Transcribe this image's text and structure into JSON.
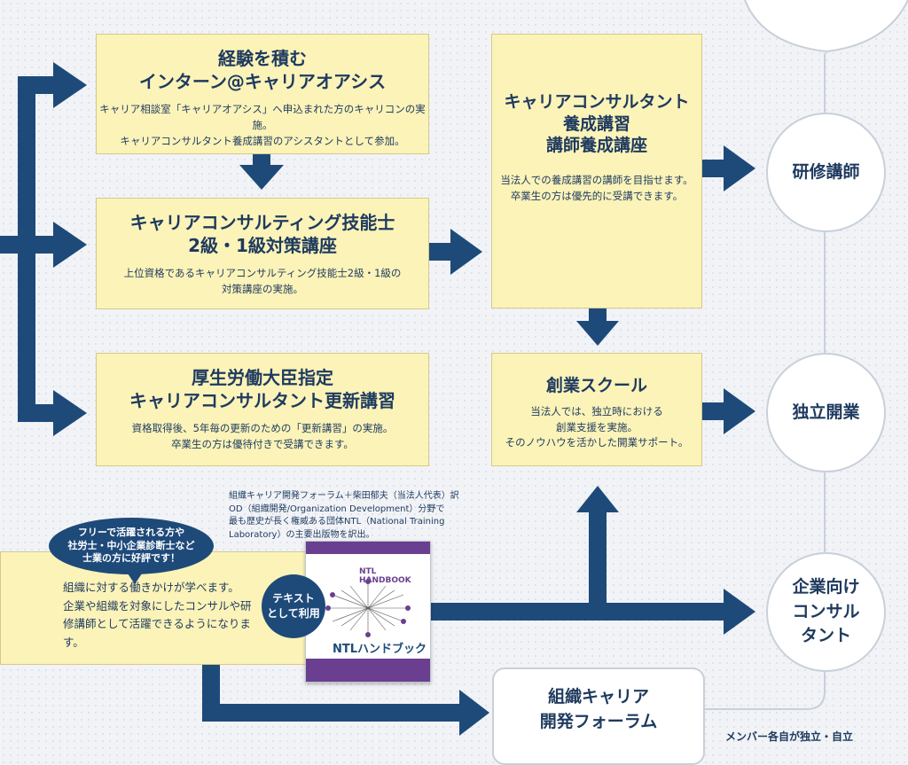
{
  "boxes": {
    "intern": {
      "title_1": "経験を積む",
      "title_2": "インターン@キャリアオアシス",
      "body_1": "キャリア相談室「キャリアオアシス」へ申込まれた方のキャリコンの実施。",
      "body_2": "キャリアコンサルタント養成講習のアシスタントとして参加。"
    },
    "ginou": {
      "title_1": "キャリアコンサルティング技能士",
      "title_2": "2級・1級対策講座",
      "body_1": "上位資格であるキャリアコンサルティング技能士2級・1級の",
      "body_2": "対策講座の実施。"
    },
    "koushin": {
      "title_1": "厚生労働大臣指定",
      "title_2": "キャリアコンサルタント更新講習",
      "body_1": "資格取得後、5年毎の更新のための「更新講習」の実施。",
      "body_2": "卒業生の方は優待付きで受講できます。"
    },
    "yousei": {
      "title_1": "キャリアコンサルタント",
      "title_2": "養成講習",
      "title_3": "講師養成講座",
      "body_1": "当法人での養成講習の講師を目指せます。",
      "body_2": "卒業生の方は優先的に受講できます。"
    },
    "sougyou": {
      "title": "創業スクール",
      "body_1": "当法人では、独立時における",
      "body_2": "創業支援を実施。",
      "body_3": "そのノウハウを活かした開業サポート。"
    },
    "org": {
      "body_1": "組織に対する働きかけが学べます。",
      "body_2": "企業や組織を対象にしたコンサルや研",
      "body_3": "修講師として活躍できるようになります。"
    }
  },
  "forum": {
    "line_1": "組織キャリア",
    "line_2": "開発フォーラム"
  },
  "nodes": {
    "kenshu": {
      "line_1": "研修講師"
    },
    "dokuritsu": {
      "line_1": "独立開業"
    },
    "consul": {
      "line_1": "企業向け",
      "line_2": "コンサル",
      "line_3": "タント"
    }
  },
  "note": {
    "line_1": "組織キャリア開発フォーラム＋柴田郁夫（当法人代表）訳",
    "line_2": "OD（組織開発/Organization Development）分野で",
    "line_3": "最も歴史が長く権威ある団体NTL（National Training",
    "line_4": "Laboratory）の主要出版物を訳出。"
  },
  "bubble": {
    "line_1": "フリーで活躍される方や",
    "line_2": "社労士・中小企業診断士など",
    "line_3": "士業の方に好評です！"
  },
  "text_badge": {
    "line_1": "テキスト",
    "line_2": "として利用"
  },
  "book": {
    "title_en": "NTL HANDBOOK",
    "title_jp": "NTLハンドブック"
  },
  "bottom_note": "メンバー各自が独立・自立",
  "colors": {
    "arrow": "#1e4a7a",
    "box_fill": "#fbf3b8",
    "node_border": "#c8d0da"
  }
}
